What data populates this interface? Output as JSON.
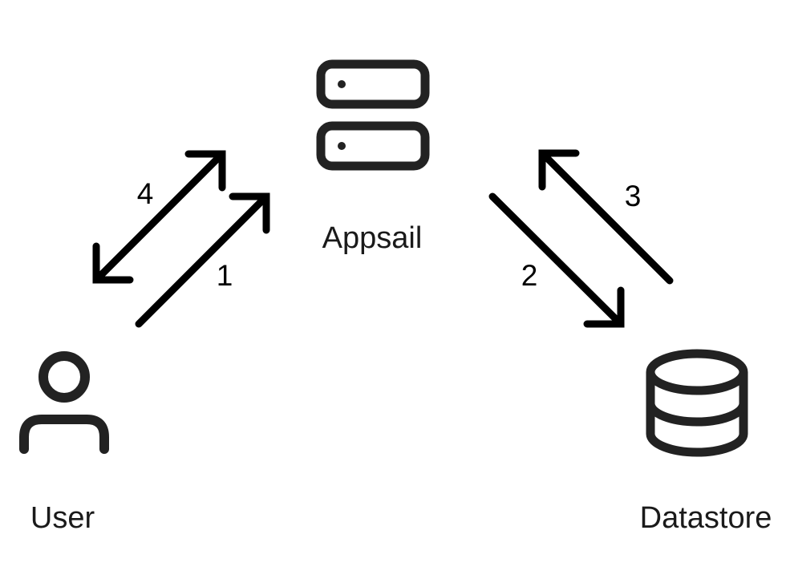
{
  "nodes": {
    "appsail": {
      "label": "Appsail",
      "icon": "server-icon"
    },
    "user": {
      "label": "User",
      "icon": "user-icon"
    },
    "datastore": {
      "label": "Datastore",
      "icon": "database-icon"
    }
  },
  "edges": [
    {
      "step": "1",
      "from": "User",
      "to": "Appsail"
    },
    {
      "step": "2",
      "from": "Appsail",
      "to": "Datastore"
    },
    {
      "step": "3",
      "from": "Datastore",
      "to": "Appsail"
    },
    {
      "step": "4",
      "from": "Appsail",
      "to": "User"
    }
  ],
  "colors": {
    "stroke": "#222222",
    "arrow": "#000000",
    "text": "#1a1a1a",
    "background": "#ffffff"
  }
}
